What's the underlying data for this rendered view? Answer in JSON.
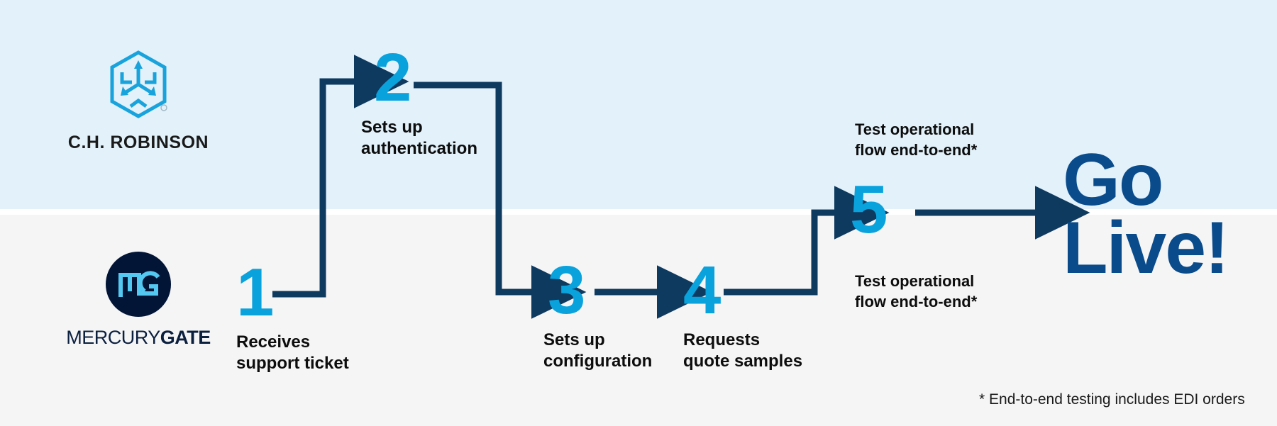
{
  "colors": {
    "band_top": "#e2f1fa",
    "band_bottom": "#f5f5f5",
    "accent_light_blue": "#0aa2dd",
    "connector_navy": "#0e3a60",
    "golive_blue": "#0a4b8c",
    "mg_circle": "#021536",
    "mg_mark": "#54c8f0",
    "chr_logo": "#19a3dc",
    "text_black": "#0d0d0d"
  },
  "logos": {
    "chrobinson": {
      "name": "C.H. ROBINSON",
      "icon": "hexagon-cube-arrows-icon",
      "registered_mark": "®"
    },
    "mercurygate": {
      "monogram": "MG",
      "word_light": "MERCURY",
      "word_bold": "GATE",
      "icon": "mg-monogram-icon"
    }
  },
  "steps": [
    {
      "number": "1",
      "label": "Receives\nsupport ticket",
      "lane": "bottom"
    },
    {
      "number": "2",
      "label": "Sets up\nauthentication",
      "lane": "top"
    },
    {
      "number": "3",
      "label": "Sets up\nconfiguration",
      "lane": "bottom"
    },
    {
      "number": "4",
      "label": "Requests\nquote samples",
      "lane": "bottom"
    },
    {
      "number": "5",
      "label": "",
      "lane": "divider"
    }
  ],
  "notes": {
    "test_top": "Test operational\nflow end-to-end*",
    "test_bottom": "Test operational\nflow end-to-end*"
  },
  "outcome": {
    "text": "Go\nLive!"
  },
  "footnote": {
    "text": "* End-to-end testing includes EDI orders"
  }
}
